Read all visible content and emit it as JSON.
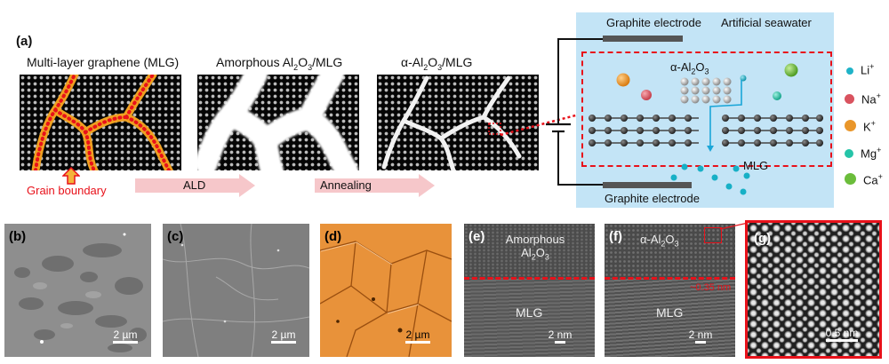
{
  "panel_a": {
    "label": "(a)",
    "titles": {
      "mlg": "Multi-layer graphene (MLG)",
      "amorphous_prefix": "Amorphous Al",
      "amorphous_sub1": "2",
      "amorphous_mid": "O",
      "amorphous_sub2": "3",
      "amorphous_suffix": "/MLG",
      "alpha_prefix": "α-Al",
      "alpha_sub1": "2",
      "alpha_mid": "O",
      "alpha_sub2": "3",
      "alpha_suffix": "/MLG"
    },
    "grain_boundary": "Grain boundary",
    "arrows": {
      "ald": "ALD",
      "annealing": "Annealing"
    },
    "cell": {
      "top_electrode": "Graphite electrode",
      "bottom_electrode": "Graphite electrode",
      "medium": "Artificial seawater",
      "crystal_prefix": "α-Al",
      "crystal_sub1": "2",
      "crystal_mid": "O",
      "crystal_sub2": "3",
      "mlg": "MLG"
    },
    "legend": [
      {
        "ion": "Li",
        "charge": "+",
        "color": "#1fb3c8"
      },
      {
        "ion": "Na",
        "charge": "+",
        "color": "#d9535f"
      },
      {
        "ion": "K",
        "charge": "+",
        "color": "#e9962a"
      },
      {
        "ion": "Mg",
        "charge": "+",
        "color": "#25c4a8"
      },
      {
        "ion": "Ca",
        "charge": "+",
        "color": "#6bbd3b"
      }
    ]
  },
  "panels": {
    "b": {
      "label": "(b)",
      "scale": "2 µm"
    },
    "c": {
      "label": "(c)",
      "scale": "2 µm"
    },
    "d": {
      "label": "(d)",
      "scale": "2 µm"
    },
    "e": {
      "label": "(e)",
      "top1": "Amorphous",
      "top2_prefix": "Al",
      "top2_sub1": "2",
      "top2_mid": "O",
      "top2_sub2": "3",
      "bottom": "MLG",
      "scale": "2 nm"
    },
    "f": {
      "label": "(f)",
      "top_prefix": "α-Al",
      "top_sub1": "2",
      "top_mid": "O",
      "top_sub2": "3",
      "spacing": "~0.35 nm",
      "bottom": "MLG",
      "scale": "2 nm"
    },
    "g": {
      "label": "(g)",
      "scale": "0.5 nm"
    }
  },
  "colors": {
    "boundary_red": "#e8111a",
    "accent_blue": "#c3e4f6",
    "arrow_pink": "#f6c7ca"
  }
}
